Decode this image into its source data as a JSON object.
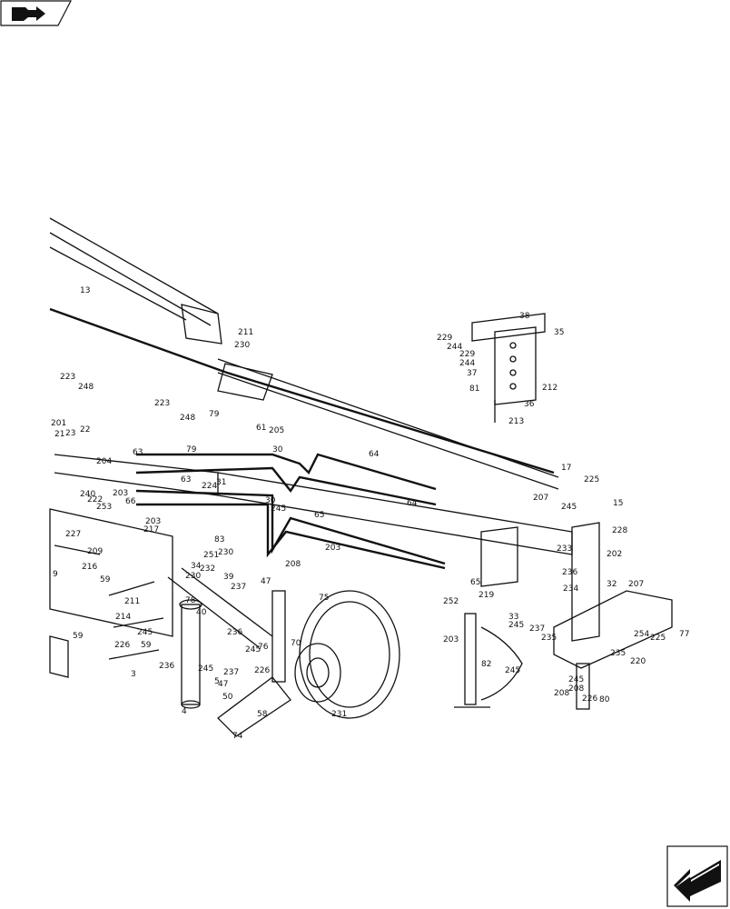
{
  "page": {
    "nav_prev_icon": "prev-page-arrow-icon",
    "nav_next_icon": "next-page-arrow-icon"
  },
  "diagram": {
    "colors": {
      "ink": "#111111",
      "background": "#ffffff"
    },
    "callouts": [
      "13",
      "211",
      "230",
      "38",
      "35",
      "229",
      "244",
      "229",
      "244",
      "37",
      "81",
      "212",
      "36",
      "213",
      "223",
      "248",
      "223",
      "248",
      "79",
      "201",
      "21",
      "23",
      "22",
      "79",
      "61",
      "205",
      "30",
      "64",
      "17",
      "225",
      "207",
      "245",
      "15",
      "204",
      "63",
      "240",
      "203",
      "66",
      "222",
      "203",
      "253",
      "217",
      "63",
      "224",
      "31",
      "30",
      "245",
      "64",
      "65",
      "83",
      "251",
      "232",
      "34",
      "230",
      "227",
      "209",
      "216",
      "9",
      "59",
      "211",
      "230",
      "39",
      "237",
      "47",
      "208",
      "228",
      "202",
      "233",
      "236",
      "207",
      "32",
      "252",
      "219",
      "203",
      "33",
      "245",
      "237",
      "234",
      "235",
      "225",
      "254",
      "77",
      "220",
      "235",
      "245",
      "208",
      "214",
      "245",
      "59",
      "226",
      "78",
      "40",
      "236",
      "237",
      "245",
      "47",
      "226",
      "76",
      "75",
      "70",
      "82",
      "245",
      "3",
      "236",
      "245",
      "5",
      "50",
      "58",
      "4",
      "74",
      "231",
      "59",
      "208",
      "226",
      "80",
      "65",
      "203"
    ]
  }
}
